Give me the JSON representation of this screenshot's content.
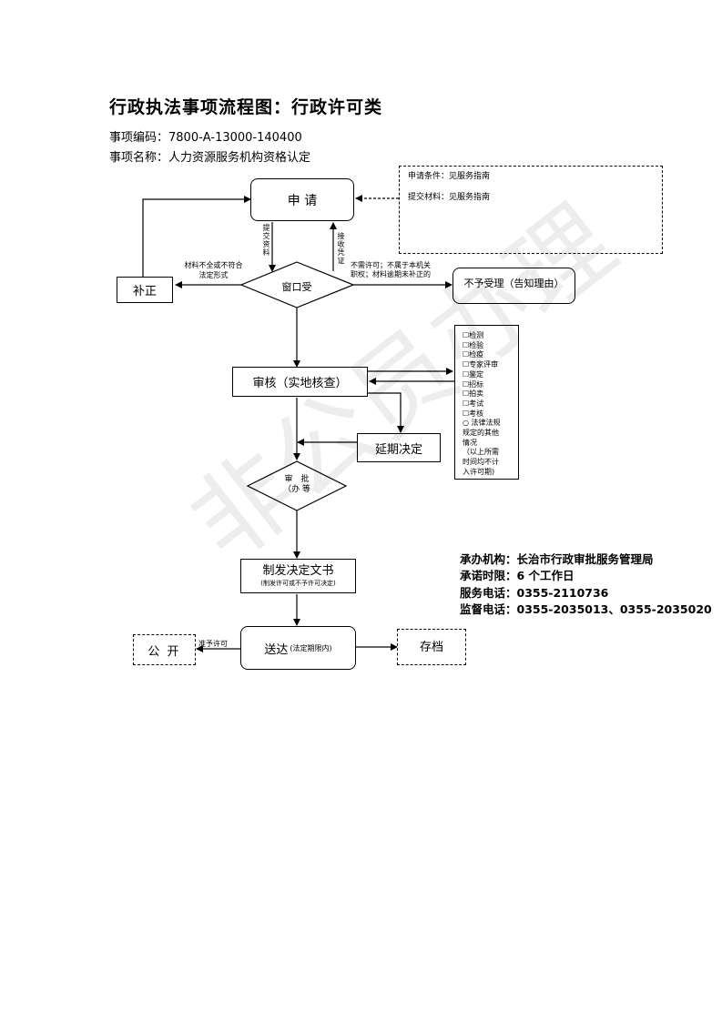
{
  "title": "行政执法事项流程图：行政许可类",
  "item_code": "事项编码：7800-A-13000-140400",
  "item_name": "事项名称：人力资源服务机构资格认定",
  "requirements": {
    "line1": "申请条件：见服务指南",
    "line2": "提交材料：见服务指南"
  },
  "nodes": {
    "apply": "申 请",
    "window": "窗口受",
    "supplement": "补正",
    "reject": "不予受理（告知理由）",
    "review": "审核（实地核查）",
    "extend": "延期决定",
    "approve_1": "审　批",
    "approve_2": "（办 等",
    "issue_main": "制发决定文书",
    "issue_sub": "(制发许可或不予许可决定)",
    "deliver_main": "送达",
    "deliver_sub": "(法定期限内)",
    "public": "公 开",
    "archive": "存档"
  },
  "labels": {
    "submit": "提交资料",
    "receive": "接收凭证",
    "incomplete_1": "材料不全或不符合",
    "incomplete_2": "法定形式",
    "reject_1": "不需许可；不属于本机关",
    "reject_2": "职权；材料逾期未补正的",
    "permit": "准予许可"
  },
  "special_procedures": [
    "☐检测",
    "☐检验",
    "☐检疫",
    "☐专家评审",
    "☐鉴定",
    "☐招标",
    "☐拍卖",
    "☐考试",
    "☐考核",
    "○ 法律法规",
    "规定的其他",
    "情况",
    "（以上所需",
    "时间均不计",
    "入许可期)"
  ],
  "info": {
    "agency": "承办机构：长治市行政审批服务管理局",
    "time_limit": "承诺时限：6 个工作日",
    "service_phone": "服务电话：0355-2110736",
    "supervise_phone": "监督电话：0355-2035013、0355-2035020"
  },
  "watermark": "非公员办理"
}
